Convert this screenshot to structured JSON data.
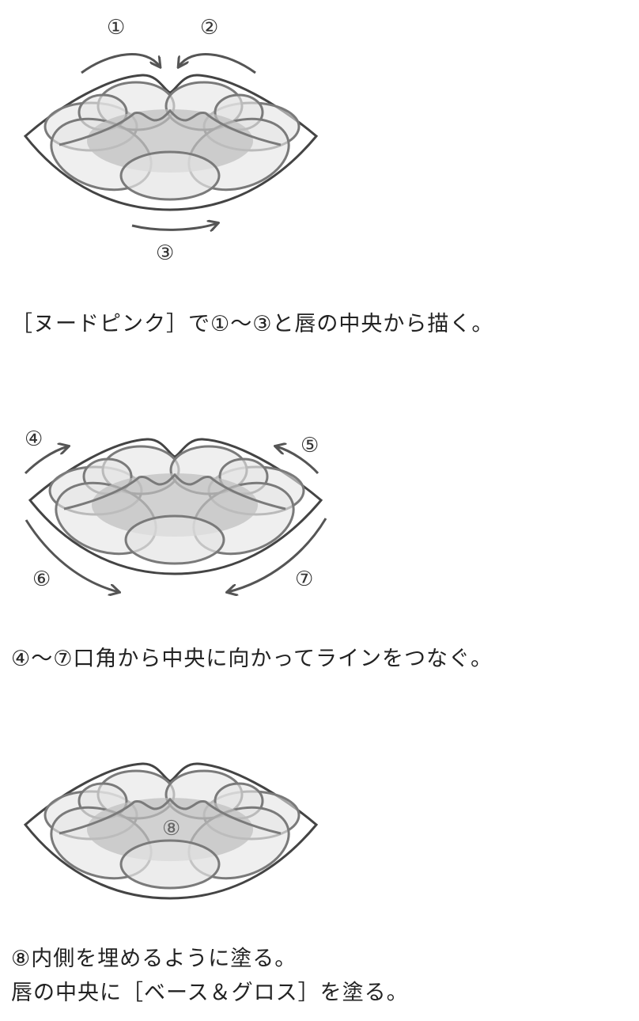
{
  "steps": [
    {
      "labels": [
        "①",
        "②",
        "③"
      ],
      "caption": "［ヌードピンク］で①〜③と唇の中央から描く。"
    },
    {
      "labels": [
        "④",
        "⑤",
        "⑥",
        "⑦"
      ],
      "caption": "④〜⑦口角から中央に向かってラインをつなぐ。"
    },
    {
      "labels": [
        "⑧"
      ],
      "caption_lines": [
        "⑧内側を埋めるように塗る。",
        "唇の中央に［ベース＆グロス］を塗る。"
      ]
    }
  ],
  "colors": {
    "outline": "#444444",
    "lobe_stroke": "#7a7a7a",
    "lobe_fill": "#e6e6e6",
    "center_fill": "#c6c6c6",
    "arrow": "#555555"
  }
}
